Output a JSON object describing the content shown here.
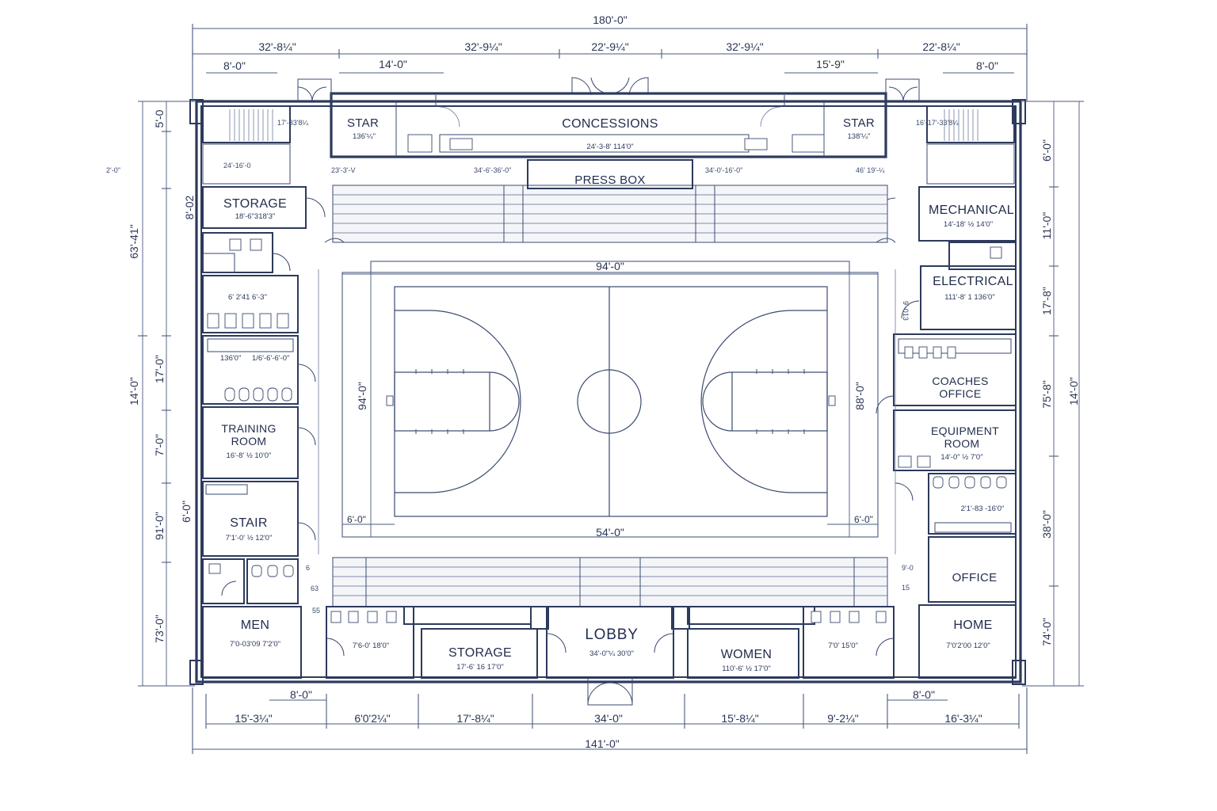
{
  "rooms": {
    "concessions": "CONCESSIONS",
    "concessions_size": "24'-3-8' 114'0\"",
    "star_left": "STAR",
    "star_left_size": "136'¼\"",
    "star_right": "STAR",
    "star_right_size": "138'¼\"",
    "press_box": "PRESS BOX",
    "storage_top": "STORAGE",
    "storage_top_size": "18'-6\"318'3\"",
    "mechanical": "MECHANICAL",
    "mechanical_size": "14'-18' ½ 14'0\"",
    "electrical": "ELECTRICAL",
    "electrical_size": "111'-8' 1 136'0\"",
    "coaches_line1": "COACHES",
    "coaches_line2": "OFFICE",
    "equipment_line1": "EQUIPMENT",
    "equipment_line2": "ROOM",
    "equipment_size": "14'-0\" ½ 7'0\"",
    "training_line1": "TRAINING",
    "training_line2": "ROOM",
    "training_size": "16'-8' ½ 10'0\"",
    "stair_left": "STAR",
    "stair": "STAIR",
    "stair_size": "7'1'-0' ½ 12'0\"",
    "office": "OFFICE",
    "men": "MEN",
    "men_size": "7'0-03'09 7'2'0\"",
    "storage_bottom": "STORAGE",
    "storage_bottom_size": "17'-6' 16 17'0\"",
    "lobby": "LOBBY",
    "lobby_size": "34'-0\"¼ 30'0\"",
    "women": "WOMEN",
    "women_size": "110'-6' ½ 17'0\"",
    "home": "HOME",
    "home_size": "7'0'2'00 12'0\"",
    "locker_left_size": "6' 2'41 6'-3\"",
    "locker_left_sub": "136'0\"",
    "locker_left_sub2": "1/6'-6'-6'-0\"",
    "locker_right_size": "2'1'-83 -16'0\"",
    "toilet_bl_size": "7'6-0' 18'0\"",
    "toilet_br_size": "7'0' 15'0\""
  },
  "court": {
    "length_label": "94'-0\"",
    "width_label_left": "94'-0\"",
    "width_label_right": "88'-0\"",
    "bottom_label": "54'-0\"",
    "offset_left": "6'-0\"",
    "offset_right": "6'-0\""
  },
  "dimensions": {
    "overall_top": "180'-0\"",
    "overall_bottom": "141'-0\"",
    "top_row": [
      "32'-8¼\"",
      "32'-9¼\"",
      "22'-9¼\"",
      "32'-9¼\"",
      "22'-8¼\""
    ],
    "top_sub": [
      "8'-0\"",
      "14'-0\"",
      "15'-9\"",
      "8'-0\""
    ],
    "bottom_row": [
      "15'-3¼\"",
      "6'0'2¼\"",
      "17'-8¼\"",
      "34'-0\"",
      "15'-8¼\"",
      "9'-2¼\"",
      "16'-3¼\""
    ],
    "bottom_sub": [
      "8'-0\"",
      "8'-0\""
    ],
    "left_outer": [
      "63'-41\"",
      "14'-0\""
    ],
    "left_inner": [
      "5'-0",
      "8'-02",
      "17'-0\"",
      "7'-0\"",
      "6'-0\"",
      "91'-0\"",
      "73'-0\""
    ],
    "right_outer": [
      "14'-0\""
    ],
    "right_inner": [
      "6'-0\"",
      "11'-0\"",
      "17'-8\"",
      "75'-8\"",
      "38'-0\"",
      "74'-0\""
    ],
    "misc": [
      "23'-3'-V",
      "34'-6'-36'-0\"",
      "34'-0'-16'-0\"",
      "46' 19'-¼",
      "17'-33'8¼",
      "16'-17'-33'8¼",
      "24'-16'-0",
      "9'-013",
      "2'-0\"",
      "15",
      "6",
      "63",
      "55",
      "9'-0"
    ]
  }
}
